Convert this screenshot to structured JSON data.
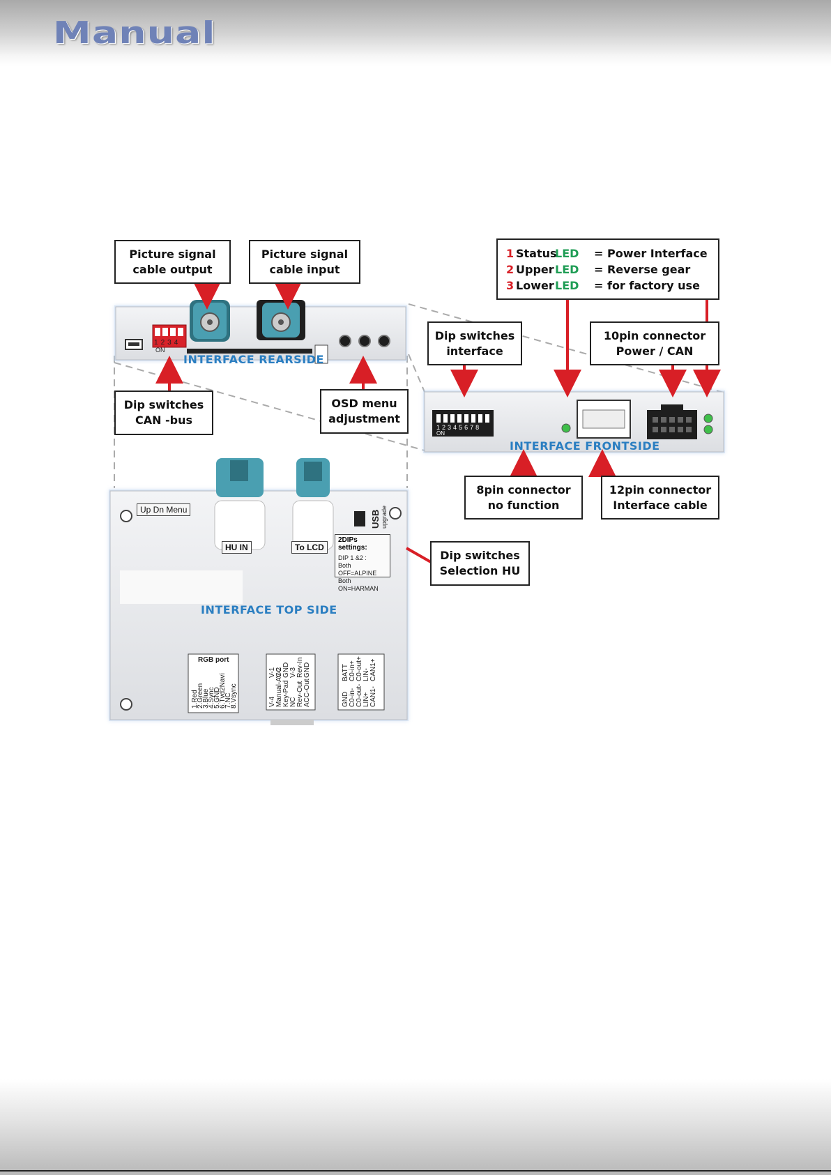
{
  "header": {
    "logo_text": "Manual"
  },
  "callouts": {
    "pic_out": [
      "Picture signal",
      "cable output"
    ],
    "pic_in": [
      "Picture signal",
      "cable input"
    ],
    "dip_can": [
      "Dip switches",
      "CAN -bus"
    ],
    "osd": [
      "OSD menu",
      "adjustment"
    ],
    "dip_interface": [
      "Dip switches",
      "interface"
    ],
    "pin10": [
      "10pin connector",
      "Power / CAN"
    ],
    "pin8": [
      "8pin connector",
      "no function"
    ],
    "pin12": [
      "12pin connector",
      "Interface cable"
    ],
    "dip_hu": [
      "Dip switches",
      "Selection HU"
    ]
  },
  "led_legend": [
    {
      "num": "1",
      "name": "Status",
      "led": "LED",
      "desc": "= Power Interface"
    },
    {
      "num": "2",
      "name": "Upper",
      "led": "LED",
      "desc": "= Reverse gear"
    },
    {
      "num": "3",
      "name": "Lower",
      "led": "LED",
      "desc": "= for factory use"
    }
  ],
  "panels": {
    "rear": "INTERFACE  REARSIDE",
    "front": "INTERFACE  FRONTSIDE",
    "top": "INTERFACE  TOP SIDE"
  },
  "top_labels": {
    "up_dn_menu": "Up Dn Menu",
    "hu_in": "HU IN",
    "to_lcd": "To LCD",
    "usb": "USB",
    "upgrade": "upgrade",
    "dip_settings_title": "2DIPs settings:",
    "dip_settings_lines": [
      "DIP 1 &2 :",
      "Both OFF=ALPINE",
      "Both ON=HARMAN"
    ],
    "rgb_title": "RGB port",
    "rgb_pins": [
      "1.Red",
      "2.Green",
      "3.Blue",
      "4.Sync",
      "5.GND",
      "6.Tvd2Navi",
      "7.NC",
      "8.Vsync"
    ],
    "mid_col1": [
      "V-4",
      "Manual-ACC",
      "Key-Pad",
      "NC",
      "Rev-Out",
      "ACC-Out"
    ],
    "mid_col2": [
      "V-1",
      "V-2",
      "GND",
      "V-3",
      "Rev-In",
      "GND"
    ],
    "right_col1": [
      "GND",
      "C0-in-",
      "C0-out-",
      "LIN+",
      "CAN1-"
    ],
    "right_col2": [
      "BATT",
      "C0-in+",
      "C0-out+",
      "LIN-",
      "CAN1+"
    ]
  },
  "dip_numbers_rear": [
    "1",
    "2",
    "3",
    "4"
  ],
  "dip_numbers_front": [
    "1",
    "2",
    "3",
    "4",
    "5",
    "6",
    "7",
    "8"
  ],
  "on_label": "ON",
  "colors": {
    "arrow": "#d81f26",
    "panel_label": "#2a7ec1",
    "connector_teal": "#4a9fb1",
    "led_green": "#3fbf4a"
  }
}
